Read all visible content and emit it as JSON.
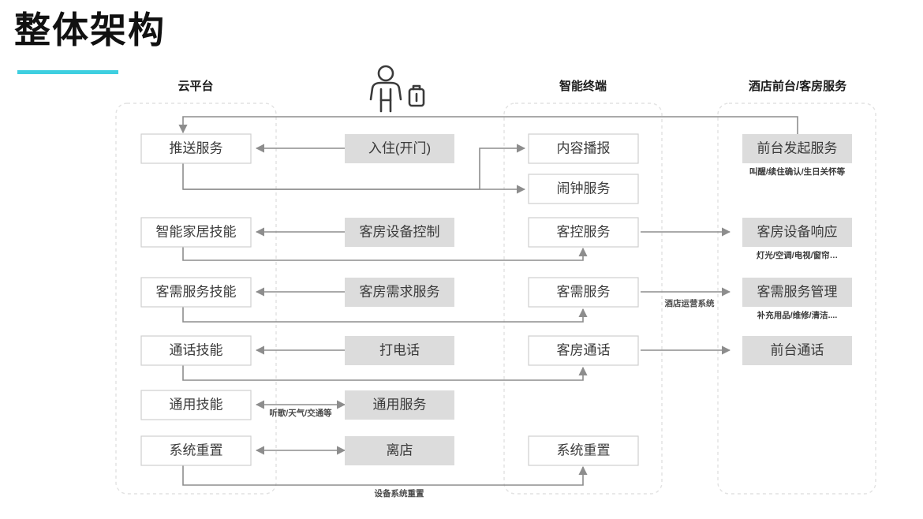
{
  "page": {
    "title": "整体架构",
    "accent_color": "#3ecfe0",
    "background": "#ffffff"
  },
  "columns": [
    {
      "id": "cloud",
      "header": "云平台"
    },
    {
      "id": "user",
      "header": ""
    },
    {
      "id": "terminal",
      "header": "智能终端"
    },
    {
      "id": "hotel",
      "header": "酒店前台/客房服务"
    }
  ],
  "cloud_nodes": [
    {
      "label": "推送服务"
    },
    {
      "label": "智能家居技能"
    },
    {
      "label": "客需服务技能"
    },
    {
      "label": "通话技能"
    },
    {
      "label": "通用技能"
    },
    {
      "label": "系统重置"
    }
  ],
  "middle_nodes": [
    {
      "label": "入住(开门)"
    },
    {
      "label": "客房设备控制"
    },
    {
      "label": "客房需求服务"
    },
    {
      "label": "打电话"
    },
    {
      "label": "通用服务"
    },
    {
      "label": "离店"
    }
  ],
  "terminal_nodes": [
    {
      "label": "内容播报"
    },
    {
      "label": "闹钟服务"
    },
    {
      "label": "客控服务"
    },
    {
      "label": "客需服务"
    },
    {
      "label": "客房通话"
    },
    {
      "label": "系统重置"
    }
  ],
  "hotel_nodes": [
    {
      "label": "前台发起服务",
      "sub": "叫醒/续住确认/生日关怀等"
    },
    {
      "label": "客房设备响应",
      "sub": "灯光/空调/电视/窗帘…"
    },
    {
      "label": "客需服务管理",
      "sub": "补充用品/维修/清洁...."
    },
    {
      "label": "前台通话",
      "sub": ""
    }
  ],
  "edge_labels": [
    {
      "id": "ops",
      "text": "酒店运营系统"
    },
    {
      "id": "general",
      "text": "听歌/天气/交通等"
    },
    {
      "id": "reset",
      "text": "设备系统重置"
    }
  ],
  "icons": {
    "traveler": "person-with-luggage-icon"
  }
}
